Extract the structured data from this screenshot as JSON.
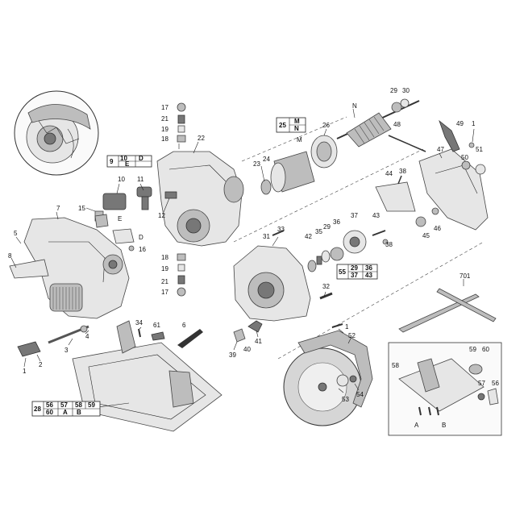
{
  "labels": {
    "l1a": "1",
    "l1b": "1",
    "l1c": "1",
    "l2": "2",
    "l3": "3",
    "l4": "4",
    "l5": "5",
    "l6": "6",
    "l7": "7",
    "l8": "8",
    "l10": "10",
    "l11": "11",
    "l12": "12",
    "l15": "15",
    "l16": "16",
    "l17a": "17",
    "l17b": "17",
    "l18a": "18",
    "l18b": "18",
    "l19a": "19",
    "l19b": "19",
    "l21a": "21",
    "l21b": "21",
    "l22": "22",
    "l23": "23",
    "l24": "24",
    "l26": "26",
    "l29a": "29",
    "l29b": "29",
    "l30": "30",
    "l31": "31",
    "l32": "32",
    "l33": "33",
    "l34": "34",
    "l35": "35",
    "l36": "36",
    "l37": "37",
    "l38a": "38",
    "l38b": "38",
    "l39": "39",
    "l40": "40",
    "l41": "41",
    "l42": "42",
    "l43": "43",
    "l44": "44",
    "l45": "45",
    "l46": "46",
    "l47": "47",
    "l48": "48",
    "l49": "49",
    "l50": "50",
    "l51": "51",
    "l52": "52",
    "l53": "53",
    "l54": "54",
    "l56": "56",
    "l57": "57",
    "l58": "58",
    "l59": "59",
    "l60": "60",
    "l61": "61",
    "l701": "701",
    "lM": "M",
    "lN": "N",
    "lE": "E",
    "lD": "D",
    "lAbot": "A",
    "lBbot": "B"
  },
  "boxes": {
    "b9": {
      "c1": "9",
      "c2": "10",
      "c3": "D",
      "c4": "E"
    },
    "b25": {
      "c1": "25",
      "c2": "M",
      "c3": "N"
    },
    "b55": {
      "c1": "55",
      "c2": "29",
      "c3": "36",
      "c4": "37",
      "c5": "43"
    },
    "b28": {
      "c1": "28",
      "c2": "56",
      "c3": "57",
      "c4": "58",
      "c5": "59",
      "c6": "60",
      "c7": "A",
      "c8": "B"
    }
  }
}
